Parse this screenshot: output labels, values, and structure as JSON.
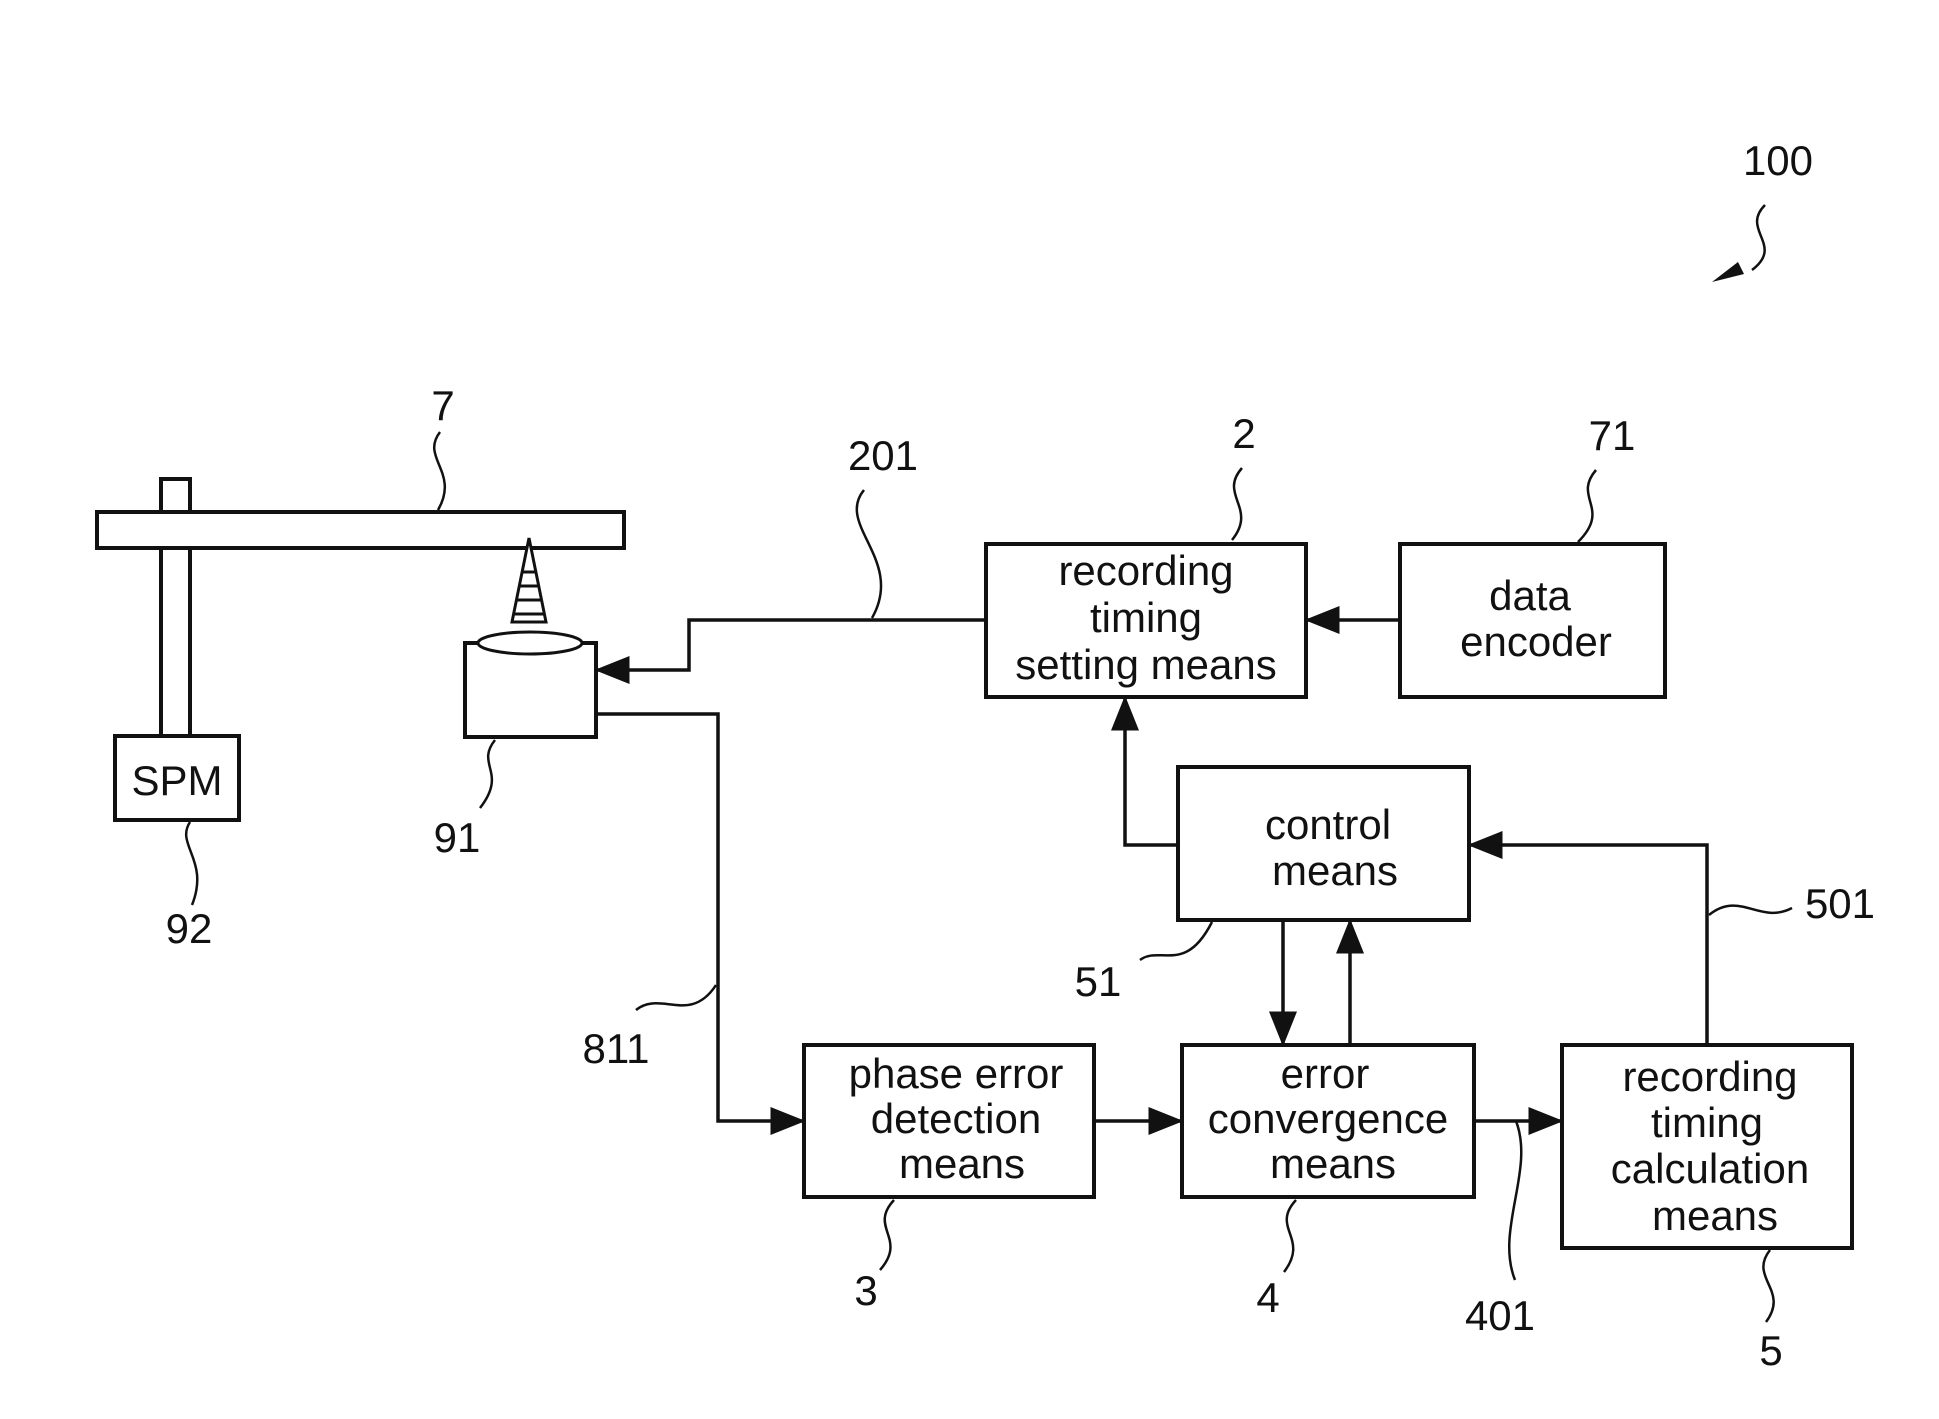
{
  "figure": {
    "ref_overall": "100",
    "disc": {
      "ref": "7"
    },
    "spindle_motor": {
      "label": "SPM",
      "ref": "92"
    },
    "optical_head": {
      "ref": "91"
    },
    "blocks": {
      "recording_timing_setting": {
        "lines": [
          "recording",
          "timing",
          "setting means"
        ],
        "ref": "2"
      },
      "data_encoder": {
        "lines": [
          "data",
          "encoder"
        ],
        "ref": "71"
      },
      "control": {
        "lines": [
          "control",
          "means"
        ],
        "ref": "51"
      },
      "phase_error_detection": {
        "lines": [
          "phase error",
          "detection",
          "means"
        ],
        "ref": "3"
      },
      "error_convergence": {
        "lines": [
          "error",
          "convergence",
          "means"
        ],
        "ref": "4"
      },
      "recording_timing_calculation": {
        "lines": [
          "recording",
          "timing",
          "calculation",
          "means"
        ],
        "ref": "5"
      }
    },
    "signals": {
      "s201": "201",
      "s811": "811",
      "s401": "401",
      "s501": "501"
    }
  }
}
